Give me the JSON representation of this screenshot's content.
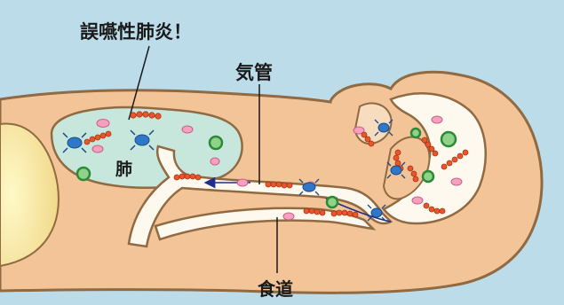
{
  "labels": {
    "title": "誤嚥性肺炎！",
    "trachea": "気管",
    "lung": "肺",
    "esophagus": "食道"
  },
  "colors": {
    "background": "#bcdcea",
    "skin": "#f3c497",
    "outline": "#8f6a43",
    "airway": "#fdf9ee",
    "lung": "#c7e7dc",
    "arrow": "#1f2d8c",
    "bacteria_pink": "#f5a0bf",
    "bacteria_red": "#e8562a",
    "bacteria_blue": "#2f78c8",
    "bacteria_green": "#3cb54a"
  }
}
